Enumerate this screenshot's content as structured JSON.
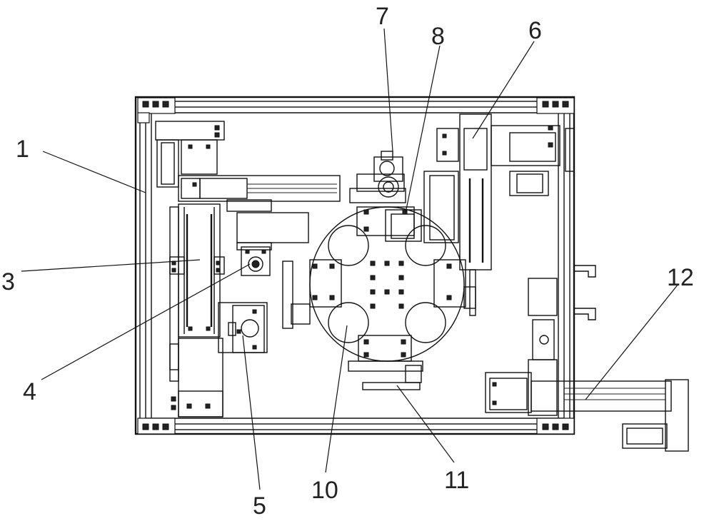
{
  "callouts": [
    {
      "id": "c1",
      "label": "1"
    },
    {
      "id": "c3",
      "label": "3"
    },
    {
      "id": "c4",
      "label": "4"
    },
    {
      "id": "c5",
      "label": "5"
    },
    {
      "id": "c6",
      "label": "6"
    },
    {
      "id": "c7",
      "label": "7"
    },
    {
      "id": "c8",
      "label": "8"
    },
    {
      "id": "c10",
      "label": "10"
    },
    {
      "id": "c11",
      "label": "11"
    },
    {
      "id": "c12",
      "label": "12"
    }
  ]
}
